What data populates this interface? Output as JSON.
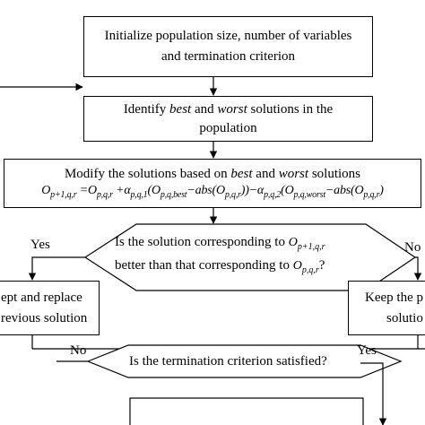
{
  "box_init": {
    "line1": "Initialize population size, number of variables",
    "line2": "and termination criterion"
  },
  "box_identify": {
    "pre": "Identify ",
    "best": "best",
    "and": " and ",
    "worst": "worst",
    "post": " solutions in the",
    "line2": "population"
  },
  "box_modify": {
    "pre": "Modify the solutions based on ",
    "best": "best",
    "and": " and ",
    "worst": "worst",
    "post": " solutions"
  },
  "decision_compare": {
    "line1_pre": "Is the solution corresponding to ",
    "line2_pre": "better than that corresponding to ",
    "line2_post": "?"
  },
  "label_yes_left": "Yes",
  "label_no_right": "No",
  "box_accept": {
    "line1": "ept and replace",
    "line2": "revious solution"
  },
  "box_keep": {
    "line1": "Keep the p",
    "line2": "solutio"
  },
  "decision_termination": "Is the termination criterion satisfied?",
  "label_no_term": "No",
  "label_yes_term": "Yes",
  "colors": {
    "stroke": "#000000",
    "background": "#ffffff"
  }
}
